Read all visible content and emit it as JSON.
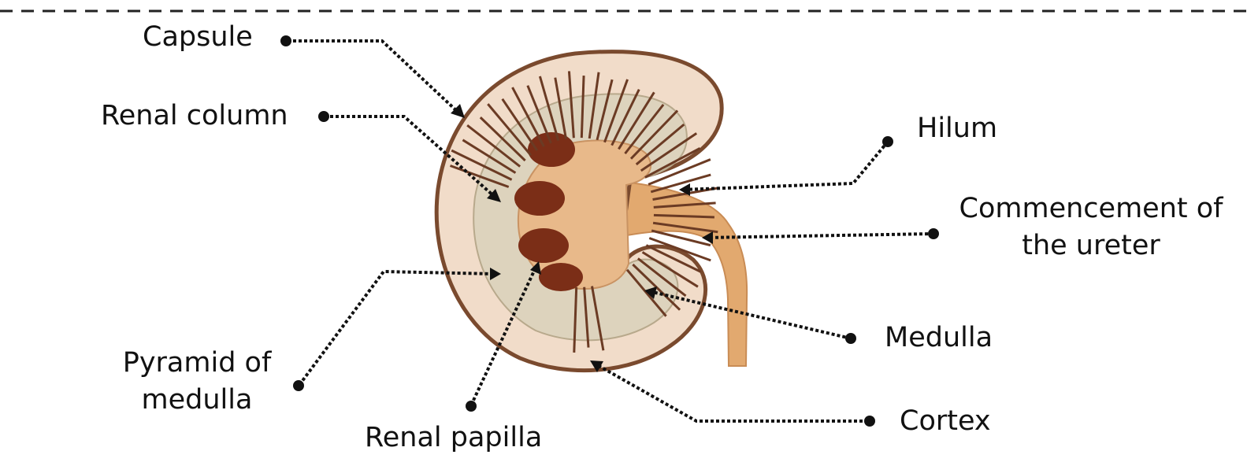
{
  "diagram": {
    "labels": {
      "capsule": "Capsule",
      "renal_column": "Renal column",
      "hilum": "Hilum",
      "ureter_line1": "Commencement of",
      "ureter_line2": "the ureter",
      "medulla": "Medulla",
      "pyramid_line1": "Pyramid of",
      "pyramid_line2": "medulla",
      "cortex": "Cortex",
      "renal_papilla": "Renal papilla"
    },
    "colors": {
      "capsule_outline": "#7a4a2e",
      "cortex_fill": "#f1dcc9",
      "medulla_ring": "#ddd3bd",
      "pelvis_fill": "#e8b98a",
      "ureter_fill": "#e2a96f",
      "papilla_fill": "#7b2e17",
      "ray_stroke": "#6b3b24",
      "leader_line": "#111111"
    }
  }
}
